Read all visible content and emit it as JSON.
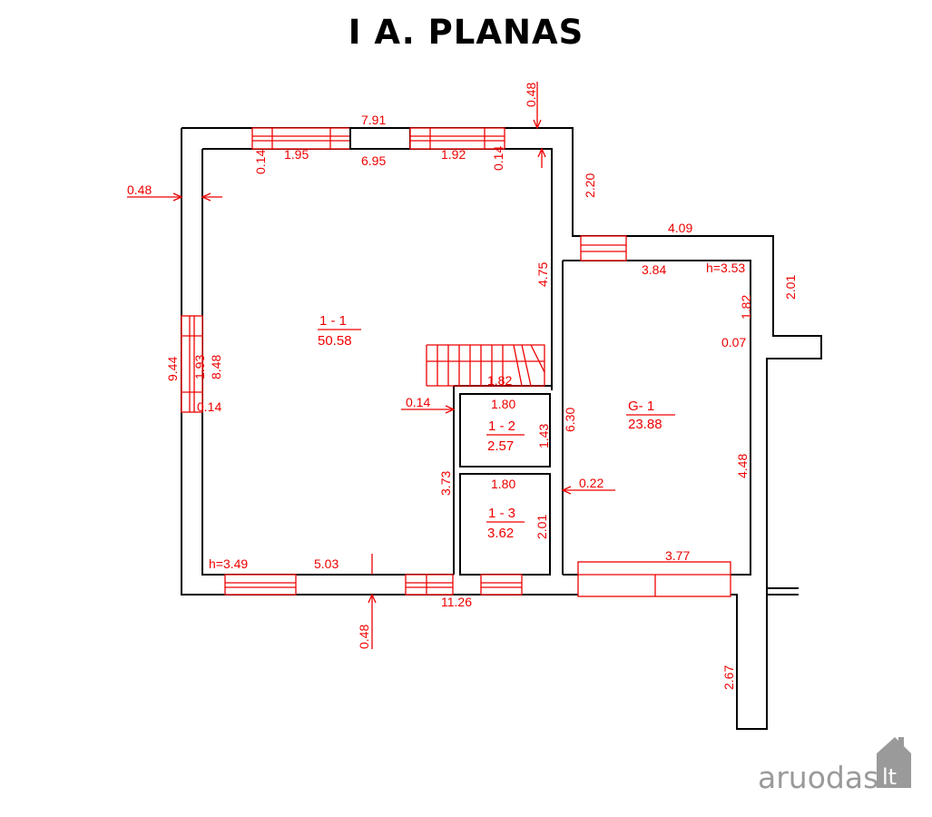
{
  "title": "I A. PLANAS",
  "rooms": {
    "r1_1": {
      "name": "1 - 1",
      "area": "50.58"
    },
    "r1_2": {
      "name": "1 - 2",
      "area": "2.57"
    },
    "r1_3": {
      "name": "1 - 3",
      "area": "3.62"
    },
    "g1": {
      "name": "G- 1",
      "area": "23.88"
    }
  },
  "dims": {
    "top_total": "7.91",
    "top_win_left": "1.95",
    "top_inner": "6.95",
    "top_win_right": "1.92",
    "top_left_014": "0.14",
    "top_right_014": "0.14",
    "top_wall_048": "0.48",
    "right_220": "2.20",
    "left_wall_048": "0.48",
    "g_top_409": "4.09",
    "g_inner_384": "3.84",
    "g_height": "h=3.53",
    "right_201": "2.01",
    "right_182": "1.82",
    "right_007": "0.07",
    "stair_475": "4.75",
    "left_944": "9.44",
    "left_193": "1.93",
    "left_848": "8.48",
    "left_014": "0.14",
    "stair_182": "1.82",
    "c_014": "0.14",
    "r12_180": "1.80",
    "r12_143": "1.43",
    "g_630": "6.30",
    "r13_180": "1.80",
    "g_022": "0.22",
    "c_373": "3.73",
    "r13_201": "2.01",
    "g_448": "4.48",
    "g_377": "3.77",
    "bottom_height": "h=3.49",
    "bottom_503": "5.03",
    "bottom_1126": "11.26",
    "bottom_048": "0.48",
    "ext_267": "2.67"
  },
  "watermark": {
    "brand": "aruodas",
    "tld": "lt"
  },
  "colors": {
    "dimension": "#ee0000",
    "wall": "#000000",
    "watermark": "#9a9a9a"
  }
}
